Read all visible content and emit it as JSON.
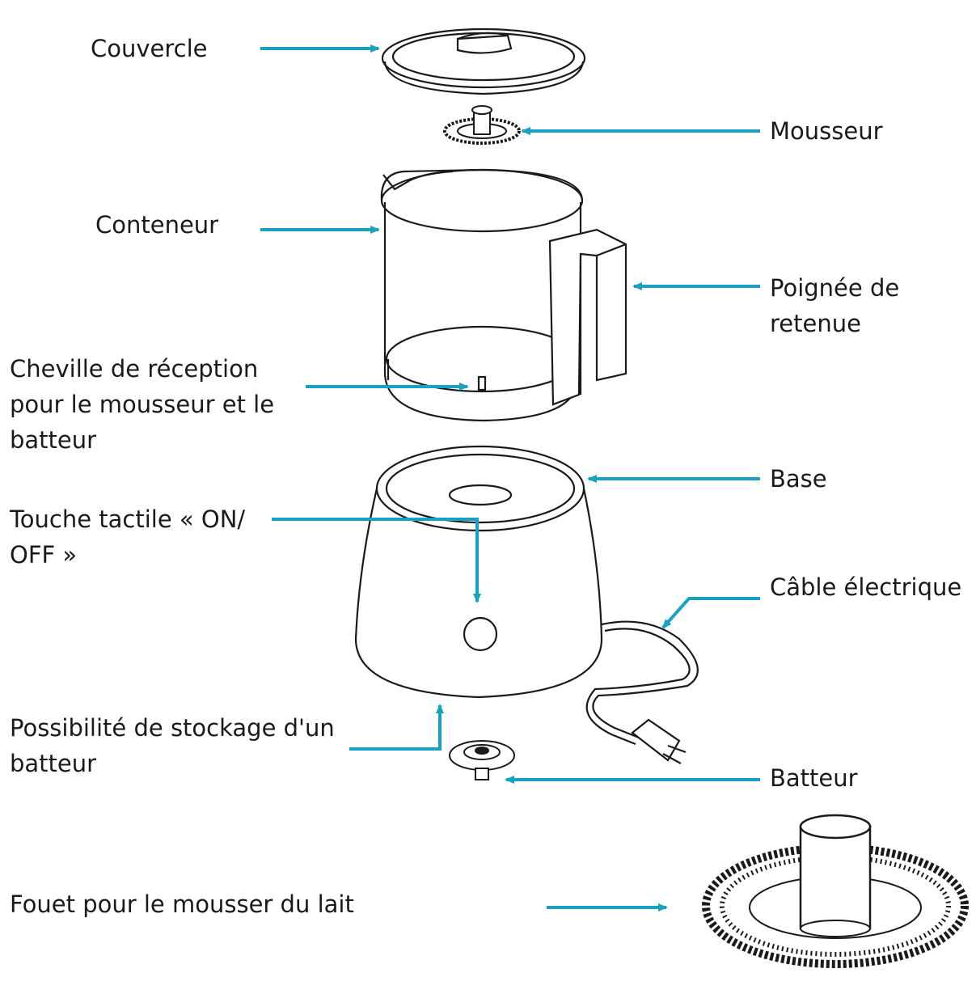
{
  "labels": {
    "couvercle": "Couvercle",
    "mousseur": "Mousseur",
    "conteneur": "Conteneur",
    "poignee": [
      "Poignée de",
      "retenue"
    ],
    "cheville": [
      "Cheville de réception",
      "pour le mousseur et le",
      "batteur"
    ],
    "base": "Base",
    "touche": [
      "Touche tactile « ON/",
      "OFF »"
    ],
    "cable": "Câble électrique",
    "stockage": [
      "Possibilité de stockage d'un",
      "batteur"
    ],
    "batteur": "Batteur",
    "fouet": "Fouet pour le mousser du lait"
  },
  "colors": {
    "arrow": "#1aa1c0",
    "line": "#1a1a1a"
  }
}
